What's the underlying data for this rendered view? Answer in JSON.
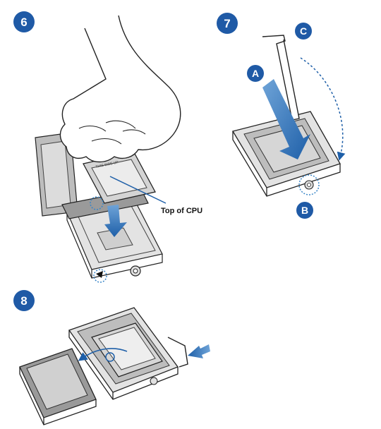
{
  "steps": [
    {
      "number": "6"
    },
    {
      "number": "7"
    },
    {
      "number": "8"
    }
  ],
  "callouts": {
    "top_of_cpu": "Top of CPU",
    "cpu_marking": "THIS SIDE UP",
    "a": "A",
    "b": "B",
    "c": "C"
  },
  "colors": {
    "badge": "#1f5aa6",
    "arrow_blue": "#1e5fa8",
    "arrow_light": "#3a86c8",
    "line": "#222222",
    "metal_dark": "#9a9a9a",
    "metal_mid": "#bdbdbd",
    "metal_light": "#e3e3e3"
  }
}
